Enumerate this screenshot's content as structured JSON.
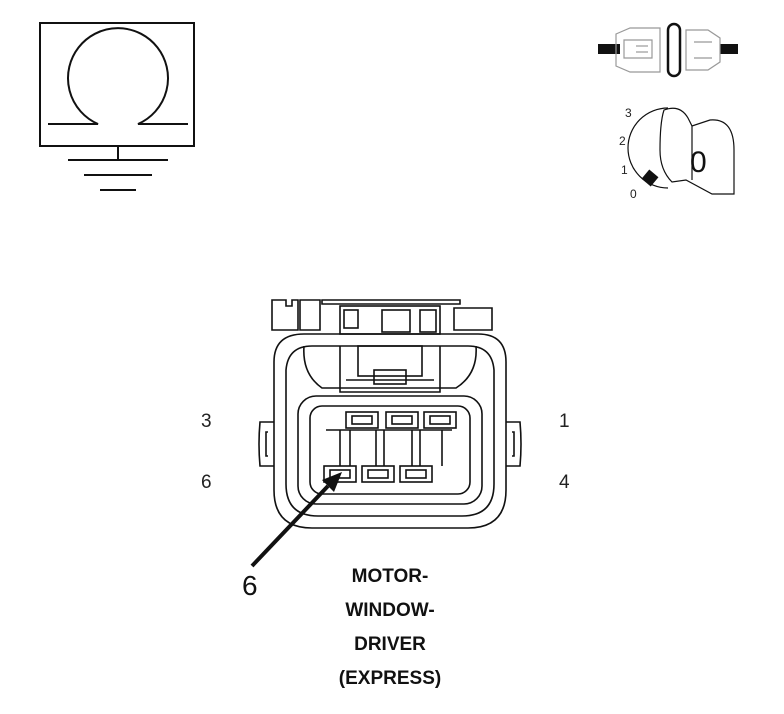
{
  "connector": {
    "pins_top": [
      "3",
      "1"
    ],
    "pins_bottom": [
      "6",
      "4"
    ],
    "callout_pin": "6"
  },
  "caption": {
    "line1": "MOTOR-",
    "line2": "WINDOW-",
    "line3": "DRIVER",
    "line4": "(EXPRESS)"
  },
  "ignition_key": {
    "positions": [
      "3",
      "2",
      "1",
      "0"
    ],
    "current": "0"
  },
  "icons": {
    "ground_symbol": "ohm-ground-icon",
    "connector_symbol": "connector-disconnected-icon",
    "key_symbol": "ignition-key-icon"
  },
  "colors": {
    "stroke": "#111111",
    "background": "#ffffff"
  }
}
